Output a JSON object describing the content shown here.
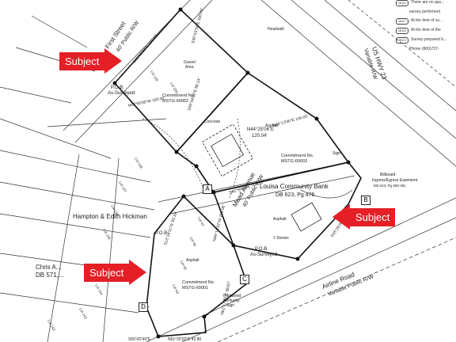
{
  "notes": [
    {
      "symbol": "MN16",
      "text": "There are no gas..."
    },
    {
      "symbol": "",
      "text": "survey performed"
    },
    {
      "symbol": "MN17",
      "text": "At the time of su..."
    },
    {
      "symbol": "MN18",
      "text": "At the time of the"
    },
    {
      "symbol": "MN19",
      "text": "Survey prepared b..."
    },
    {
      "symbol": "",
      "text": "Phone (800)737-"
    }
  ],
  "streets": {
    "first_street": "First Street",
    "first_street_row": "40' Public R/W",
    "us_hwy": "US HWY 23",
    "us_hwy_row": "Variable R/W",
    "mead_avenue": "Mead Avenue",
    "mead_row": "40' Public R/W",
    "airline_road": "Airline Road",
    "airline_row": "Variable Public R/W"
  },
  "parcels": {
    "louisa_bank": "Louisa Community Bank",
    "louisa_db": "DB 623, Pg 476",
    "hampton": "Hampton & Edith Hickman",
    "chris": "Chris A...",
    "chris_db": "DB 571,..."
  },
  "commitments": [
    {
      "label": "Commitment No.",
      "number": "MSTG-69002"
    },
    {
      "label": "Commitment No.",
      "number": "MSTG-69003"
    },
    {
      "label": "Commitment No.",
      "number": "MSTG-69001"
    }
  ],
  "bearings": {
    "b1": "S45°50'20\"E 100.00'",
    "b2": "N44°25'06\"E",
    "b2_dist": "120.04'",
    "b3": "S45°53'29\"E 100.00'",
    "b4": "N45°50'00\"W 100.00'",
    "b5": "S45°44'00\"E 86.14'",
    "b6": "S65°42'49\"E",
    "b7": "N61°25'02\"E 42.80",
    "b8": "N44°16'02\"W 104.06'",
    "b9": "S12°14'11\"W 93.18'",
    "b10": "N61°17'21\"E 38.67'",
    "b11": "S43°26'20\"W",
    "b12": "N44°13'00\"E 100.00'"
  },
  "labels": {
    "pob1": "P.O.B.",
    "pob1_sub": "As-Surveyed",
    "pob2": "P.O.B.",
    "pob3": "P.O.B.",
    "pob3_sub": "As-Surveyed",
    "gravel": "Gravel",
    "gravel2": "Area",
    "asphalt": "Asphalt",
    "concrete": "Concrete",
    "headwall": "Headwall",
    "sign": "Sign",
    "billboard": "Billboard",
    "easement": "Ingress/Egress Easement",
    "easement_db": "DB 523, Pg 383-391",
    "parkwood": "Parkwood",
    "kentucky": "Kentucky",
    "sign2": "Sign",
    "stories": "1 Stories",
    "lot_a": "Lot 149",
    "lot_b": "Lot 150",
    "lot_c": "Lot 147",
    "lot_d": "Lot 148",
    "lot_e": "Lot 146",
    "lot_f": "Lot 145",
    "lot_g": "Lot 144",
    "lot_h": "Lot 143",
    "lot_i": "Lot 142",
    "lot_j": "Lot 47",
    "lot_k": "Lot 46",
    "lot_l": "Lot 45",
    "lot_m": "Lot 44"
  },
  "markers": {
    "a": "A",
    "b": "B",
    "c": "C",
    "d": "D"
  },
  "subject_label": "Subject",
  "colors": {
    "subject": "#e41f26",
    "line": "#222222"
  }
}
